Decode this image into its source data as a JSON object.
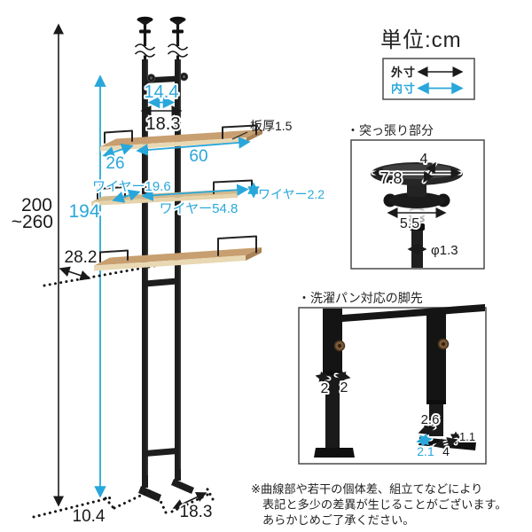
{
  "header": {
    "unit_label": "単位:cm"
  },
  "legend": {
    "outer": "外寸",
    "inner": "内寸"
  },
  "dims": {
    "top_inner": "14.4",
    "top_outer": "18.3",
    "board": "板厚1.5",
    "depth": "26",
    "width": "60",
    "wire_depth": "ワイヤー19.6",
    "wire_width": "ワイヤー54.8",
    "wire_h": "ワイヤー2.2",
    "h_outer_1": "200",
    "h_outer_2": "~260",
    "h_inner": "194",
    "total_depth": "28.2",
    "floor_a": "10.4",
    "floor_b": "18.3"
  },
  "tension": {
    "title": "・突っ張り部分",
    "cap_d": "4",
    "cap_w": "7.8",
    "knob": "5.5",
    "pole": "φ1.3"
  },
  "feet": {
    "title": "・洗濯パン対応の脚先",
    "tube_a": "2",
    "tube_b": "2",
    "len_a": "2.6",
    "th": "1.1",
    "len_b": "2.1",
    "len_c": "4"
  },
  "note": {
    "l1": "※曲線部や若干の個体差、組立てなどにより",
    "l2": "表記と多少の差異が生じることがございます。",
    "l3": "あらかじめご了承ください。"
  },
  "colors": {
    "accent": "#29a7db",
    "ink": "#1a1a1a",
    "wood": "#c89f70",
    "wood_light": "#e9d8b4",
    "frame": "#1d1d1d"
  }
}
